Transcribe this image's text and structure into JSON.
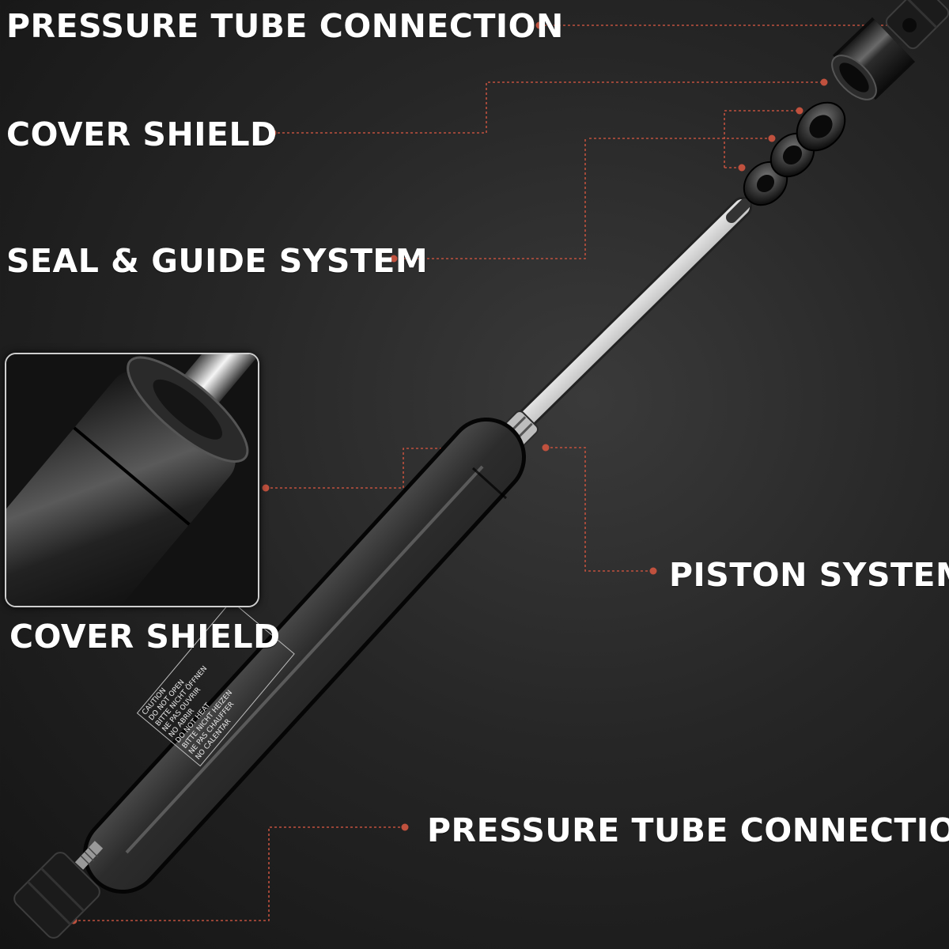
{
  "labels": {
    "pressure_tube_connection_top": "PRESSURE TUBE CONNECTION",
    "cover_shield_top": "COVER SHIELD",
    "seal_guide_system": "SEAL & GUIDE SYSTEM",
    "piston_system": "PISTON SYSTEM",
    "cover_shield_inset": "COVER SHIELD",
    "pressure_tube_connection_bottom": "PRESSURE TUBE CONNECTION"
  },
  "warning_label": {
    "heading": "CAUTION",
    "lines": [
      "DO NOT OPEN",
      "BITTE NICHT ÖFFNEN",
      "NE PAS OUVRIR",
      "NO ABRIR",
      "DO NOT HEAT",
      "BITTE NICHT HEIZEN",
      "NE PAS CHAUFFER",
      "NO CALENTAR"
    ]
  },
  "colors": {
    "callout": "#c0513e",
    "background": "#232323",
    "label_text": "#ffffff"
  }
}
